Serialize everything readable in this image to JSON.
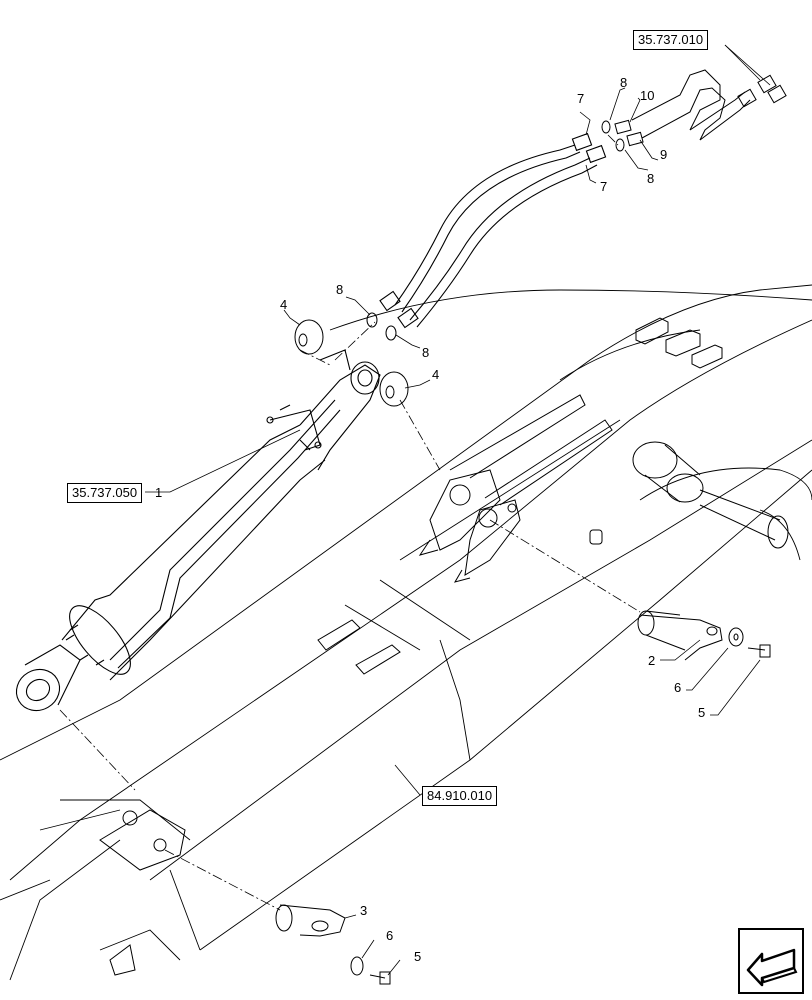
{
  "references": {
    "hydraulic_lines": "35.737.010",
    "cylinder": "35.737.050",
    "boom": "84.910.010"
  },
  "callouts": [
    "1",
    "2",
    "3",
    "4",
    "4",
    "5",
    "5",
    "6",
    "6",
    "7",
    "7",
    "8",
    "8",
    "8",
    "8",
    "9",
    "10"
  ],
  "nav": {
    "icon": "arrow-previous-icon"
  }
}
